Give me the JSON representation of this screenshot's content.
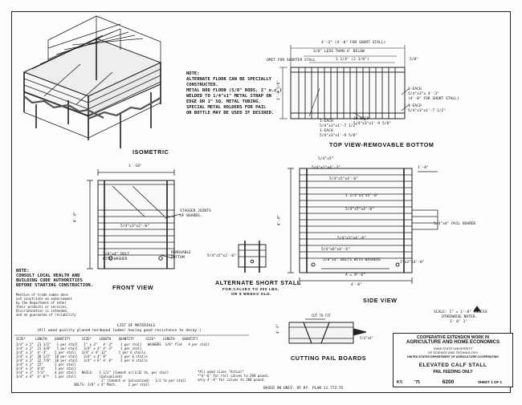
{
  "views": {
    "isometric": "ISOMETRIC",
    "top_view": "TOP VIEW-REMOVABLE BOTTOM",
    "front_view": "FRONT VIEW",
    "alternate_short_stall": "ALTERNATE SHORT STALL",
    "alternate_note_1": "FOR CALVES TO 200 LBS.",
    "alternate_note_2": "OR 8 WEEKS OLD.",
    "alternate_board": "5/4\"x5\"x2'-0\"",
    "side_view": "SIDE VIEW",
    "cutting_pail_boards": "CUTTING PAIL BOARDS"
  },
  "note": {
    "heading": "NOTE:",
    "lines": [
      "ALTERNATE FLOOR CAN BE SPECIALLY",
      "CONSTRUCTED.",
      "METAL ROD FLOOR (5/8\" RODS, 1\" o.c.)",
      "WELDED TO 1/4\"x1\" METAL STRAP ON",
      "EDGE OR 1\" SQ. METAL TUBING.",
      "SPECIAL METAL HOLDERS FOR PAIL",
      "OR BOTTLE MAY BE USED IF DESIRED."
    ]
  },
  "top_view": {
    "dims": {
      "width": "4'-3\" (4'-0\" FOR SHORT STALL)",
      "less_than": "3/8\" LESS THAN 4' BELOW",
      "omit": "OMIT FOR SHORTER STALL",
      "spacing": "1 1/4\" (2 1/8\")",
      "edge": "5/8\"",
      "depth": "1'-9 5/8\""
    },
    "callouts": [
      "2-EACH",
      "5/4\"x3\"x 4'-3\"",
      "(4'-0\" FOR SHORT STALL)",
      "1-EACH",
      "5/4\"x3\"x1'-7 1/2\"",
      "1-EACH",
      "5/4\"x3\"x1'-7 1/2\"",
      "10-EACH",
      "5/4\"x3\"x1'-9 5/8\"",
      "1-EACH",
      "5/4\"x3\"x1'-9 5/8\""
    ]
  },
  "front_view": {
    "width": "1'-10\"",
    "height": "4'-0\"",
    "stagger": [
      "STAGGER JOINTS",
      "OF BOARDS."
    ],
    "board": "5/4\"x3\"x2'-0\"",
    "removable": [
      "REMOVABLE",
      "BOTTOM"
    ],
    "bolt": [
      "3/8\"x4\" BOLT",
      "WITH WASHER"
    ]
  },
  "side_view": {
    "top_board": "5/4\"x5\"",
    "rails": [
      "5/4\"x2\"x4'-3\"",
      "5/4\"x5\"x4'-0\"",
      "1 1/4\"x3\"x5'-0\"",
      "5/4\"x5\"x4'-0\"",
      "5/4\"x3\"x4'-0\"",
      "5/4\"x6\"x4'-6\""
    ],
    "dim_top": "1'-0\"",
    "pail_boards": "5/4\"x4\" PAIL BOARDS",
    "bottom_rail": "2\"x3\"x4'-0\"",
    "bolts": "3/8\"x4\" BOLTS WITH WASHERS",
    "dim_ab": "A = 9'-6\"",
    "length": "4'-0\"",
    "height": "4'-0\""
  },
  "consult": {
    "lines": [
      "NOTE:",
      "CONSULT LOCAL HEALTH AND",
      "BUILDING CODE AUTHORITIES",
      "BEFORE STARTING CONSTRUCTION."
    ]
  },
  "mention": [
    "Mention of trade names does",
    "not constitute an endorsement",
    "by the Department of other",
    "their products or services.",
    "Discrimination is intended,",
    "and no guarantee of reliability"
  ],
  "materials": {
    "title": "LIST OF MATERIALS",
    "subtitle": "(All wood quality planed hardwood lumber having good resistance to decay.)",
    "header": "SIZE*     LENGTH    QUANTITY      SIZE*    LENGTH    QUANTITY      SIZE*    LENGTH    QUANTITY",
    "rows": [
      "3/4\" x 2\"  21 1/2\"   1 per stall   1\" x 3\"   4'-3\"    1 per stall   WASHERS  3/8\" flat   4 per stall",
      "3/4\" x 2\"  21 3/8\"   1 per stall   3/4\" x 4\" 4'-3\"    1 per stall",
      "3/4\" x 3\"  4'-3\"    2 per stall   3/4\" x 4\" 12\"      1 per 6 stalls",
      "3/4\" x 3\"  20 1/2\"  10 per stall   3/4\" x 4\" 8\"       1 per 6 stalls",
      "3/4\" x 3\"  22 7/8\"  10 per stall   3/4\" x 6\" 4'-6\"    2 per 6 stalls",
      "3/4\" x 3\"  22\"      2 per stall",
      "3/4\" x 3\"  8'0\"     1 per stall",
      "3/4\" x 3\"  5'6\"     4 per stall   NAILS:   1 1/2\" (Cement or)1/32 lb. per stall",
      "3/4\" x 4\"  4'-6\"*   1 per stall            (Galvanized)",
      "                                            2\" (Cement or Galvanized) - 1/2 lb per stall",
      "                              BOLTS: 3/8\" x 4\" Mach.      2 per stall"
    ],
    "notes": [
      "*All wood sizes \"Actual\"",
      "**4'-6\" for rail calves to 200 pound,",
      "only 4'-0\" for calves to 200 pound."
    ]
  },
  "cutting": {
    "cut_to_fit": "CUT TO FIT",
    "board": "5/4\"x4\"",
    "dim": "4'-0\""
  },
  "scale": [
    "SCALE: 1\" = 1'-0\" UNLESS",
    "OTHERWISE NOTED.",
    "1'  0'  1'"
  ],
  "based_on": "BASED ON UNIV. OF KY. PLAN 11.772-55",
  "title_block": {
    "line1": "COOPERATIVE EXTENSION WORK IN",
    "line2": "AGRICULTURE AND HOME ECONOMICS",
    "line3": "IOWA STATE UNIVERSITY",
    "line4": "OF SCIENCE AND TECHNOLOGY",
    "line5": "UNITED STATES DEPARTMENT OF AGRICULTURE COOPERATING",
    "title": "ELEVATED CALF STALL",
    "subtitle": "PAIL FEEDING ONLY",
    "state": "KY.",
    "year": "'75",
    "number": "6200",
    "sheet": "SHEET 1 OF 1"
  }
}
